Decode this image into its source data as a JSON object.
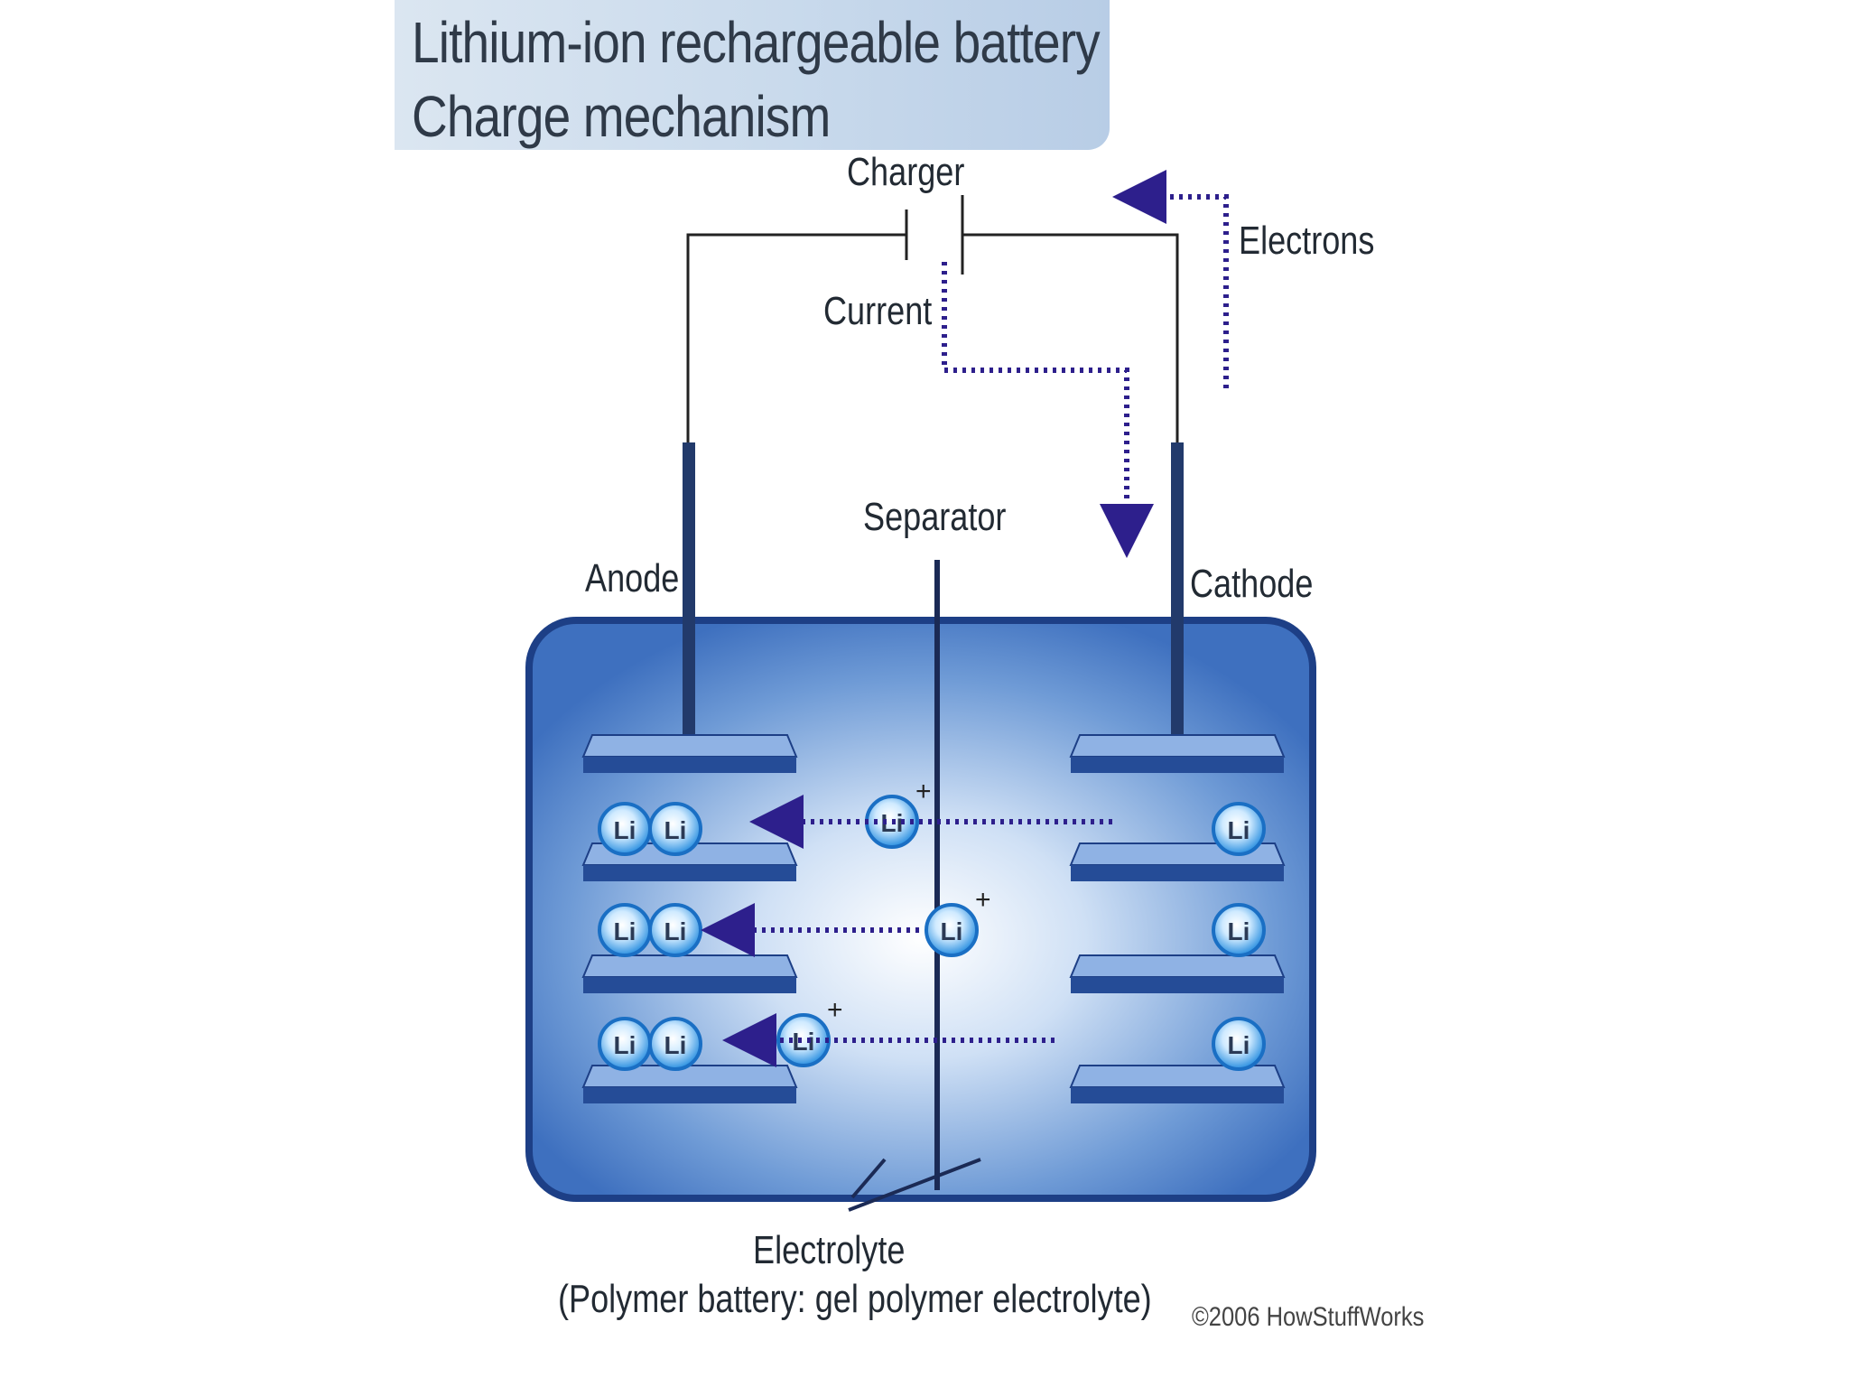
{
  "title": {
    "line1": "Lithium-ion rechargeable battery",
    "line2": "Charge mechanism"
  },
  "labels": {
    "charger": "Charger",
    "current": "Current",
    "electrons": "Electrons",
    "separator": "Separator",
    "anode": "Anode",
    "cathode": "Cathode",
    "electrolyte": "Electrolyte",
    "electrolyte_note": "(Polymer battery: gel polymer electrolyte)",
    "copyright": "©2006 HowStuffWorks",
    "ion_symbol": "Li",
    "ion_charge": "+"
  },
  "colors": {
    "cell_fill": "#3f74c2",
    "cell_border": "#1d3f86",
    "plate": "#254c97",
    "arrow": "#2d1f8c",
    "wire": "#222222",
    "ion": "#2a8fe0"
  },
  "counts": {
    "anode_ions_per_layer": 2,
    "cathode_ions_per_layer": 1,
    "moving_ions": 3
  }
}
